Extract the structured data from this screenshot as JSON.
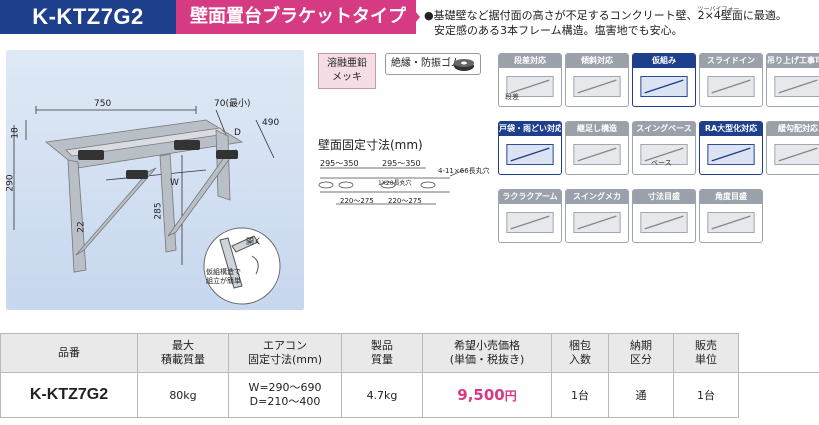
{
  "header": {
    "model": "K-KTZ7G2",
    "title": "壁面置台ブラケットタイプ",
    "desc_line1_a": "●基礎壁など据付面の高さが不足するコンクリート壁、",
    "desc_line1_b": "2×4",
    "desc_line1_ruby": "ツーバイフォー",
    "desc_line1_c": "壁面に最適。",
    "desc_line2": "安定感のある3本フレーム構造。塩害地でも安心。"
  },
  "photo": {
    "dim_750": "750",
    "dim_70": "70(最小)",
    "dim_490": "490",
    "dim_D": "D",
    "dim_W": "W",
    "dim_18": "18",
    "dim_290": "290",
    "dim_285": "285",
    "dim_22": "22",
    "inset_open": "開く",
    "inset_note1": "仮組構造で",
    "inset_note2": "組立が簡単"
  },
  "specs": {
    "coating_line1": "溶融亜鉛",
    "coating_line2": "メッキ",
    "rubber": "絶縁・防振ゴム",
    "fix_title": "壁面固定寸法(mm)",
    "fix_top_left": "295〜350",
    "fix_top_right": "295〜350",
    "fix_hole": "4-11×66長丸穴",
    "fix_center": "1X20長丸穴",
    "fix_bottom_left": "220〜275",
    "fix_bottom_right": "220〜275"
  },
  "features": [
    {
      "label": "段差対応",
      "active": false
    },
    {
      "label": "傾斜対応",
      "active": false
    },
    {
      "label": "仮組み",
      "active": true
    },
    {
      "label": "スライドイン",
      "active": false
    },
    {
      "label": "吊り上げ工事可能",
      "active": false
    },
    {
      "label": "戸袋・雨どい対応",
      "active": true
    },
    {
      "label": "継足し構造",
      "active": false
    },
    {
      "label": "スイングベース",
      "active": false
    },
    {
      "label": "RA大型化対応",
      "active": true
    },
    {
      "label": "緩勾配対応",
      "active": false
    },
    {
      "label": "ラクラクアーム",
      "active": false
    },
    {
      "label": "スイングメカ",
      "active": false
    },
    {
      "label": "寸法目盛",
      "active": false
    },
    {
      "label": "角度目盛",
      "active": false
    }
  ],
  "feature_texts": {
    "step_label": "段差",
    "base_label": "ベース"
  },
  "table": {
    "headers": [
      "品番",
      "最大\n積載質量",
      "エアコン\n固定寸法(mm)",
      "製品\n質量",
      "希望小売価格\n(単価・税抜き)",
      "梱包\n入数",
      "納期\n区分",
      "販売\n単位"
    ],
    "row": {
      "model": "K-KTZ7G2",
      "max_load": "80kg",
      "fix_w": "W=290〜690",
      "fix_d": "D=210〜400",
      "weight": "4.7kg",
      "price": "9,500",
      "price_unit": "円",
      "pack": "1台",
      "delivery": "通",
      "unit": "1台"
    }
  },
  "colors": {
    "navy": "#1e3f8c",
    "magenta": "#d63a82"
  }
}
